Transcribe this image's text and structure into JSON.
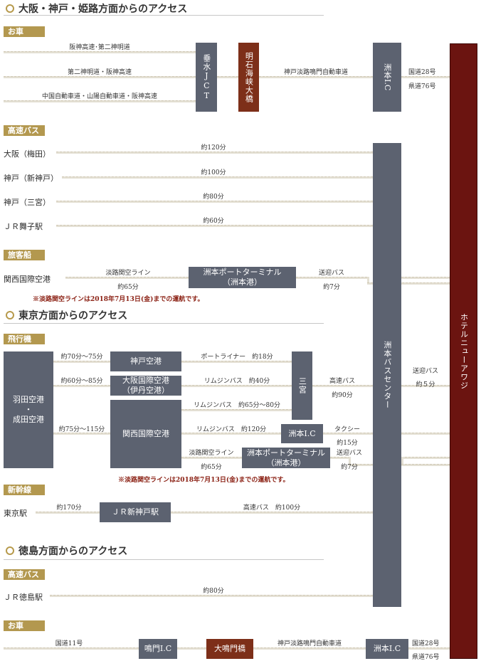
{
  "sections": {
    "osaka": "大阪・神戸・姫路方面からのアクセス",
    "tokyo": "東京方面からのアクセス",
    "tokushima": "徳島方面からのアクセス"
  },
  "tags": {
    "car1": "お車",
    "bus1": "高速バス",
    "ship": "旅客船",
    "plane": "飛行機",
    "shinkansen": "新幹線",
    "bus2": "高速バス",
    "car2": "お車"
  },
  "car1": {
    "route1": "阪神高速･第二神明道",
    "route2": "第二神明道・阪神高速",
    "route3": "中国自動車道・山陽自動車道・阪神高速",
    "jct": "垂水JCT",
    "bridge": "明石海峡大橋",
    "expressway": "神戸淡路鳴門自動車道",
    "ic": "洲本I.C",
    "road1": "国道28号",
    "road2": "県道76号"
  },
  "bus1": {
    "rows": [
      {
        "origin": "大阪（梅田）",
        "time": "約120分"
      },
      {
        "origin": "神戸（新神戸）",
        "time": "約100分"
      },
      {
        "origin": "神戸（三宮）",
        "time": "約80分"
      },
      {
        "origin": "ＪＲ舞子駅",
        "time": "約60分"
      }
    ]
  },
  "ship": {
    "origin": "関西国際空港",
    "line": "淡路関空ライン",
    "time": "約65分",
    "terminal_l1": "洲本ポートターミナル",
    "terminal_l2": "（洲本港）",
    "shuttle": "送迎バス",
    "shuttle_time": "約7分",
    "note": "※淡路関空ラインは2018年7月13日(金)までの運航です。"
  },
  "bus_center": "洲本バスセンター",
  "hotel": "ホテルニューアワジ",
  "center_shuttle": "送迎バス",
  "center_shuttle_time": "約５分",
  "plane": {
    "origin_l1": "羽田空港",
    "origin_dot": "・",
    "origin_l2": "成田空港",
    "t_kobe": "約70分～75分",
    "t_itami": "約60分～85分",
    "t_kansai": "約75分～115分",
    "kobe_airport": "神戸空港",
    "itami_l1": "大阪国際空港",
    "itami_l2": "（伊丹空港）",
    "kansai_airport": "関西国際空港",
    "portliner": "ポートライナー　約18分",
    "limo1": "リムジンバス　約40分",
    "limo2": "リムジンバス　約65分～80分",
    "limo3": "リムジンバス　約120分",
    "ferry": "淡路関空ライン",
    "ferry_time": "約65分",
    "sannomiya": "三宮",
    "bus": "高速バス",
    "bus_time": "約90分",
    "ic": "洲本I.C",
    "taxi": "タクシー",
    "taxi_time": "約15分",
    "terminal_l1": "洲本ポートターミナル",
    "terminal_l2": "（洲本港）",
    "shuttle": "送迎バス",
    "shuttle_time": "約7分",
    "note": "※淡路関空ラインは2018年7月13日(金)までの運航です。"
  },
  "shinkansen": {
    "origin": "東京駅",
    "time": "約170分",
    "station": "ＪＲ新神戸駅",
    "bus": "高速バス　約100分"
  },
  "bus2": {
    "origin": "ＪＲ徳島駅",
    "time": "約80分"
  },
  "car2": {
    "road11": "国道11号",
    "naruto_ic": "鳴門I.C",
    "bridge": "大鳴門橋",
    "expressway": "神戸淡路鳴門自動車道",
    "ic": "洲本I.C",
    "road1": "国道28号",
    "road2": "県道76号"
  }
}
